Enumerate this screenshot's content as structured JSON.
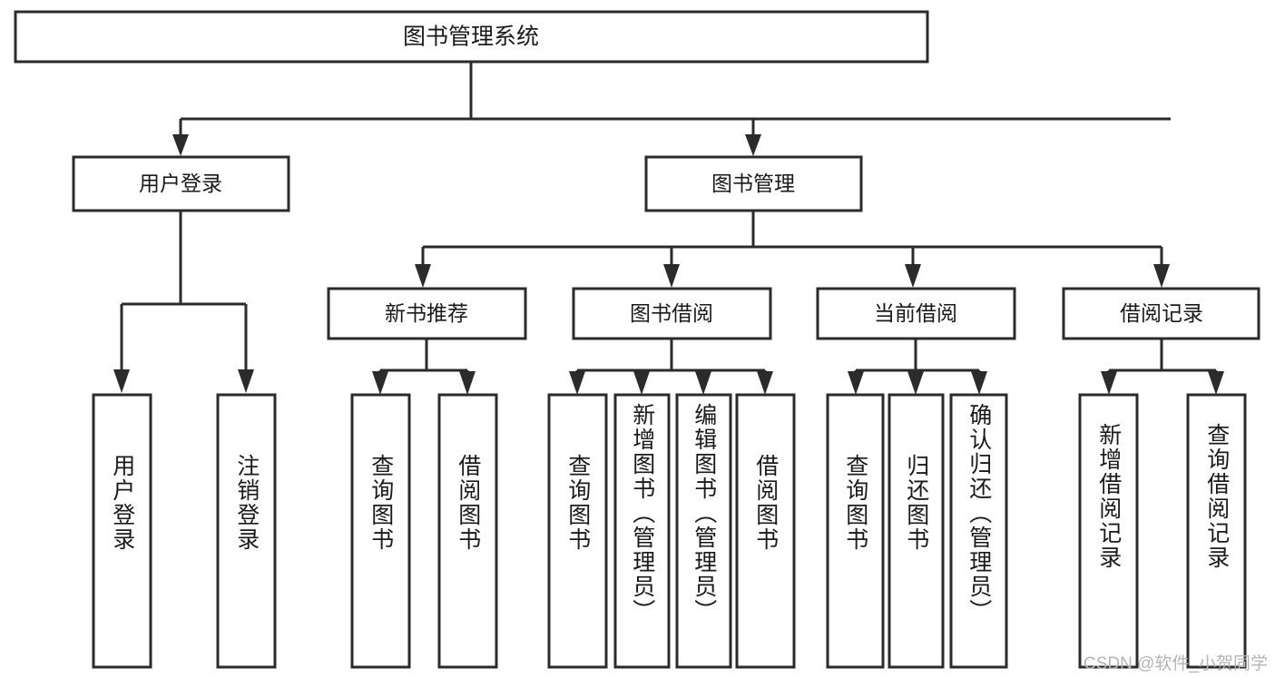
{
  "diagram": {
    "title": "图书管理系统",
    "watermark": "CSDN @软件_小贺同学",
    "colors": {
      "stroke": "#2b2b2b",
      "fill": "#ffffff",
      "text": "#1a1a1a",
      "watermark": "#b4b4b4",
      "background": "#ffffff"
    },
    "root": {
      "label": "图书管理系统"
    },
    "level1": [
      {
        "label": "用户登录"
      },
      {
        "label": "图书管理"
      }
    ],
    "level2": [
      {
        "label": "新书推荐"
      },
      {
        "label": "图书借阅"
      },
      {
        "label": "当前借阅"
      },
      {
        "label": "借阅记录"
      }
    ],
    "leaves": {
      "user_login": [
        {
          "label": "用户登录"
        },
        {
          "label": "注销登录"
        }
      ],
      "new_book_recommend": [
        {
          "label": "查询图书"
        },
        {
          "label": "借阅图书"
        }
      ],
      "book_borrow": [
        {
          "label": "查询图书"
        },
        {
          "label": "新增图书（管理员）"
        },
        {
          "label": "编辑图书（管理员）"
        },
        {
          "label": "借阅图书"
        }
      ],
      "current_borrow": [
        {
          "label": "查询图书"
        },
        {
          "label": "归还图书"
        },
        {
          "label": "确认归还（管理员）"
        }
      ],
      "borrow_record": [
        {
          "label": "新增借阅记录"
        },
        {
          "label": "查询借阅记录"
        }
      ]
    }
  }
}
